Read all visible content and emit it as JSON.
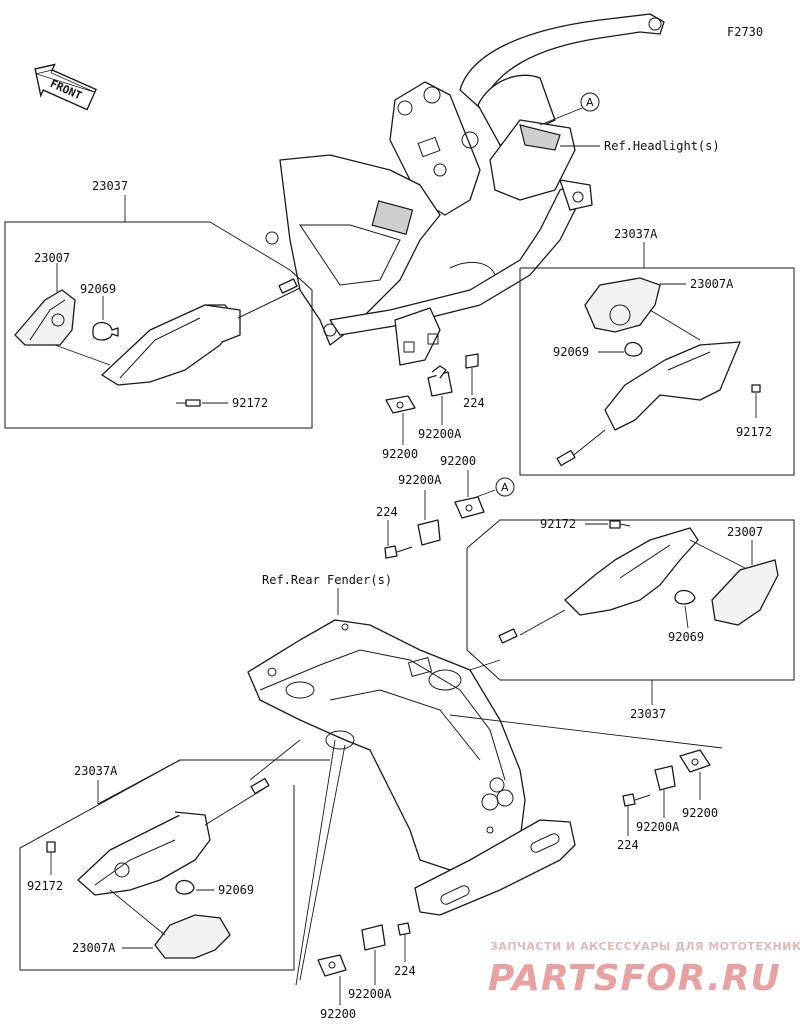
{
  "figure_id": "F2730",
  "front_arrow": "FRONT",
  "refs": {
    "headlight": "Ref.Headlight(s)",
    "rear_fender": "Ref.Rear Fender(s)",
    "callout_a": "A"
  },
  "assemblies": [
    {
      "id": "23037",
      "position": "front-left"
    },
    {
      "id": "23037A",
      "position": "front-right"
    },
    {
      "id": "23037",
      "position": "rear-right"
    },
    {
      "id": "23037A",
      "position": "rear-left"
    }
  ],
  "labels": {
    "fl_assy": "23037",
    "fl_lens": "23007",
    "fl_bulb": "92069",
    "fl_screw": "92172",
    "fr_assy": "23037A",
    "fr_lens": "23007A",
    "fr_bulb": "92069",
    "fr_screw": "92172",
    "rr_assy": "23037",
    "rr_lens": "23007",
    "rr_bulb": "92069",
    "rr_screw": "92172",
    "rl_assy": "23037A",
    "rl_lens": "23007A",
    "rl_bulb": "92069",
    "rl_screw": "92172",
    "fc_nut": "224",
    "fc_bracket": "92200A",
    "fc_plate": "92200",
    "mc_nut": "224",
    "mc_bracket": "92200A",
    "mc_plate": "92200",
    "rc_nut": "224",
    "rc_bracket": "92200A",
    "rc_plate": "92200",
    "bc_nut": "224",
    "bc_bracket": "92200A",
    "bc_plate": "92200"
  },
  "watermark": {
    "line1": "ЗАПЧАСТИ И АКСЕССУАРЫ ДЛЯ МОТОТЕХНИКИ",
    "line2": "PARTSFOR.RU"
  }
}
